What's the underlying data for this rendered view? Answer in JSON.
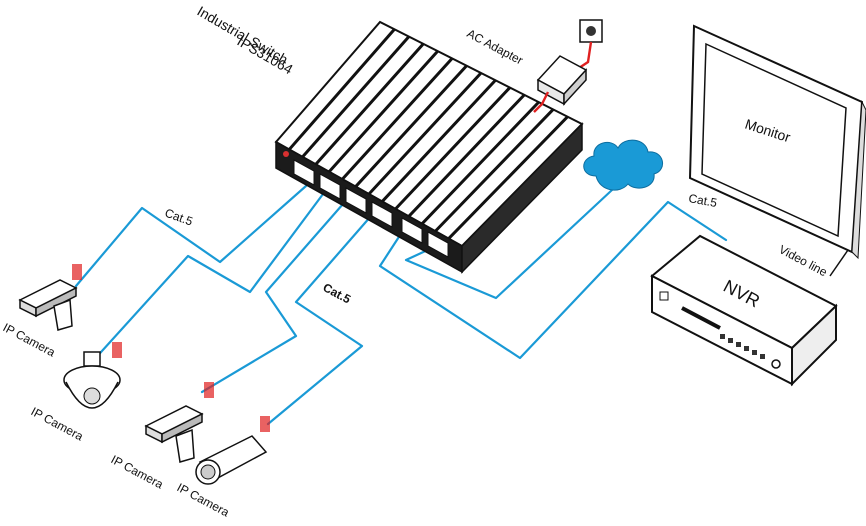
{
  "switch": {
    "title": "Industrial  Switch",
    "model": "IPS31064"
  },
  "labels": {
    "ac_adapter": "AC Adapter",
    "monitor": "Monitor",
    "nvr": "NVR",
    "video_line": "Video line",
    "cable_top": "Cat.5",
    "cable_middle": "Cat.5",
    "cable_right": "Cat.5",
    "camera_1": "IP Camera",
    "camera_2": "IP Camera",
    "camera_3": "IP Camera",
    "camera_4": "IP Camera"
  },
  "colors": {
    "cable": "#1a9ad6",
    "power_wire": "#e02020",
    "cloud": "#1a9ad6",
    "outline": "#111111"
  },
  "icons": {
    "switch": "industrial-switch-icon",
    "adapter": "ac-adapter-icon",
    "outlet": "wall-outlet-icon",
    "cloud": "network-cloud-icon",
    "monitor": "monitor-icon",
    "nvr": "nvr-recorder-icon",
    "camera": "ip-camera-icon"
  }
}
